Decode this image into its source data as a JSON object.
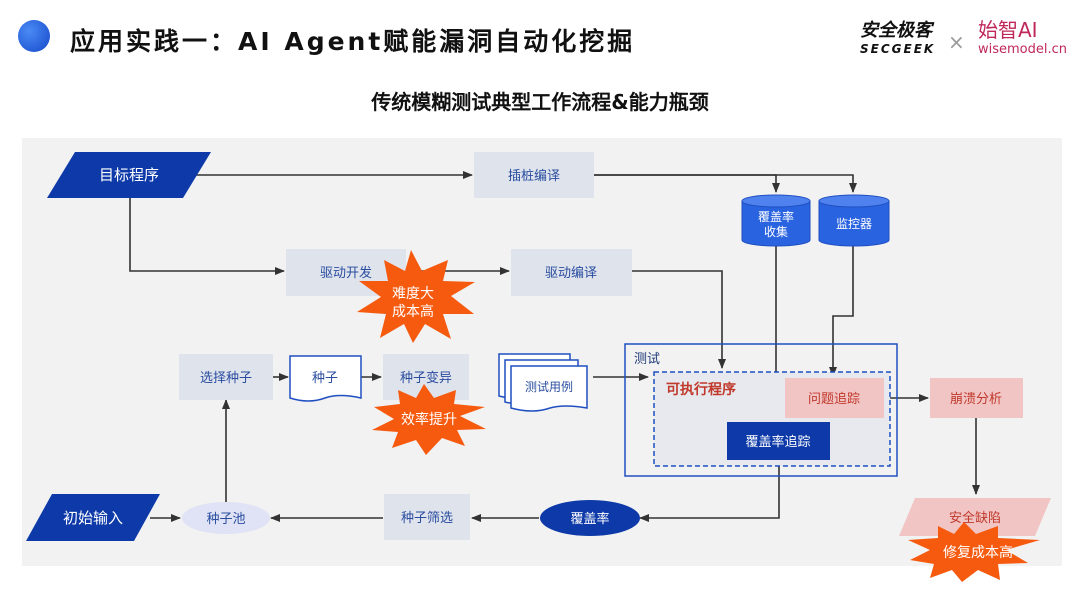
{
  "header": {
    "title": "应用实践一：AI Agent赋能漏洞自动化挖掘",
    "subtitle": "传统模糊测试典型工作流程&能力瓶颈",
    "logo_main": "安全极客",
    "logo_main_sub": "SECGEEK",
    "logo_sep": "×",
    "logo_partner": "始智AI",
    "logo_partner_sub": "wisemodel.cn"
  },
  "diagram": {
    "target_program": "目标程序",
    "instrument_compile": "插桩编译",
    "coverage_collect_l1": "覆盖率",
    "coverage_collect_l2": "收集",
    "monitor": "监控器",
    "driver_dev": "驱动开发",
    "driver_compile": "驱动编译",
    "burst_difficulty_l1": "难度大",
    "burst_difficulty_l2": "成本高",
    "select_seed": "选择种子",
    "seed": "种子",
    "seed_mutation": "种子变异",
    "burst_efficiency": "效率提升",
    "test_cases": "测试用例",
    "test_box_label": "测试",
    "executable": "可执行程序",
    "issue_tracking": "问题追踪",
    "coverage_tracking": "覆盖率追踪",
    "crash_analysis": "崩溃分析",
    "security_defect": "安全缺陷",
    "burst_fix_cost": "修复成本高",
    "initial_input": "初始输入",
    "seed_pool": "种子池",
    "seed_filter": "种子筛选",
    "coverage": "覆盖率"
  },
  "colors": {
    "dark_blue": "#0d3aa8",
    "mid_blue": "#2a63e0",
    "box_gray": "#dfe3ec",
    "burst_orange": "#f55a0f",
    "pink": "#f2c5c5",
    "red_text": "#c0392b"
  }
}
